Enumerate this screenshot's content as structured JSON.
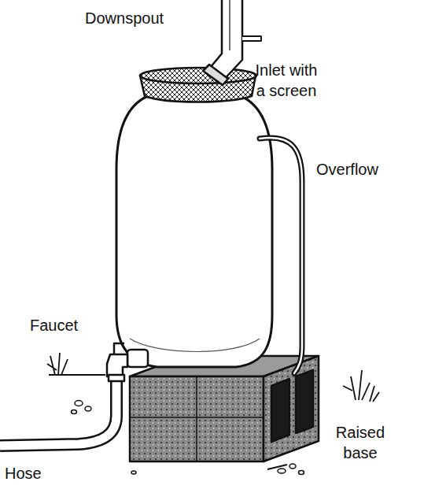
{
  "diagram": {
    "labels": [
      "Downspout",
      "Inlet with a screen",
      "Overflow",
      "Faucet",
      "Hose",
      "Raised base"
    ]
  }
}
